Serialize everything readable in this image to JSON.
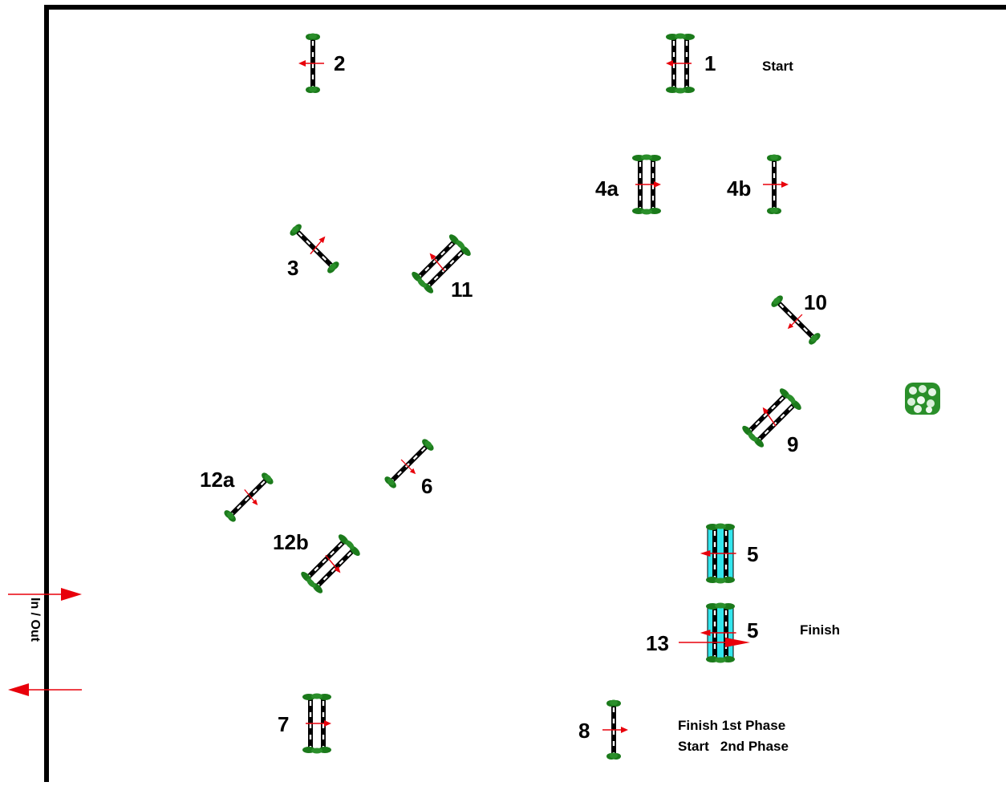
{
  "course": {
    "labels": {
      "start": "Start",
      "finish": "Finish",
      "finish_phase_1": "Finish 1st Phase",
      "start_phase_2": "Start   2nd Phase",
      "in_out": "In / Out"
    },
    "obstacles": [
      {
        "number": "1",
        "kind": "oxer"
      },
      {
        "number": "2",
        "kind": "vertical"
      },
      {
        "number": "3",
        "kind": "vertical"
      },
      {
        "number": "4a",
        "kind": "oxer"
      },
      {
        "number": "4b",
        "kind": "vertical"
      },
      {
        "number": "5",
        "kind": "oxer-water"
      },
      {
        "number": "5",
        "kind": "oxer-water"
      },
      {
        "number": "6",
        "kind": "vertical"
      },
      {
        "number": "7",
        "kind": "oxer"
      },
      {
        "number": "8",
        "kind": "vertical"
      },
      {
        "number": "9",
        "kind": "oxer"
      },
      {
        "number": "10",
        "kind": "vertical"
      },
      {
        "number": "11",
        "kind": "oxer"
      },
      {
        "number": "12a",
        "kind": "vertical"
      },
      {
        "number": "12b",
        "kind": "oxer"
      },
      {
        "number": "13",
        "kind": "finish-line"
      }
    ],
    "colors": {
      "pole": "#000000",
      "pole_stripe": "#ffffff",
      "wing": "#1b7a1b",
      "arrow": "#e8000b",
      "water": "#33e6ee",
      "wall": "#000000"
    }
  }
}
